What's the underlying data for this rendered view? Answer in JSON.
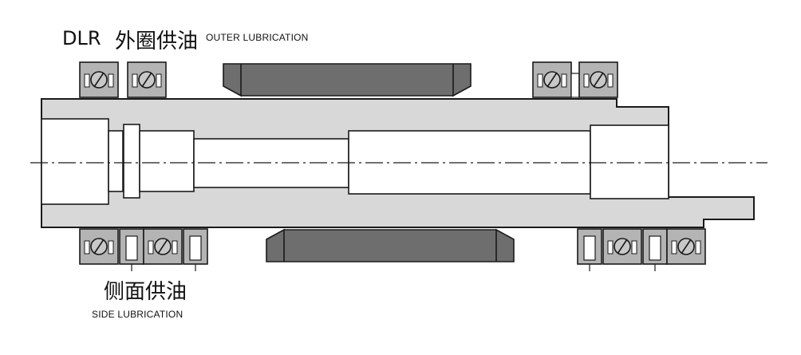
{
  "labels": {
    "model": "DLR",
    "outer_cn": "外圈供油",
    "outer_en": "OUTER LUBRICATION",
    "side_cn": "侧面供油",
    "side_en": "SIDE LUBRICATION"
  },
  "colors": {
    "shaft_fill": "#d8d8d8",
    "bore_fill": "#ffffff",
    "housing_fill": "#6e6e6e",
    "bearing_fill": "#b4b4b4",
    "stroke": "#1a1a1a"
  }
}
